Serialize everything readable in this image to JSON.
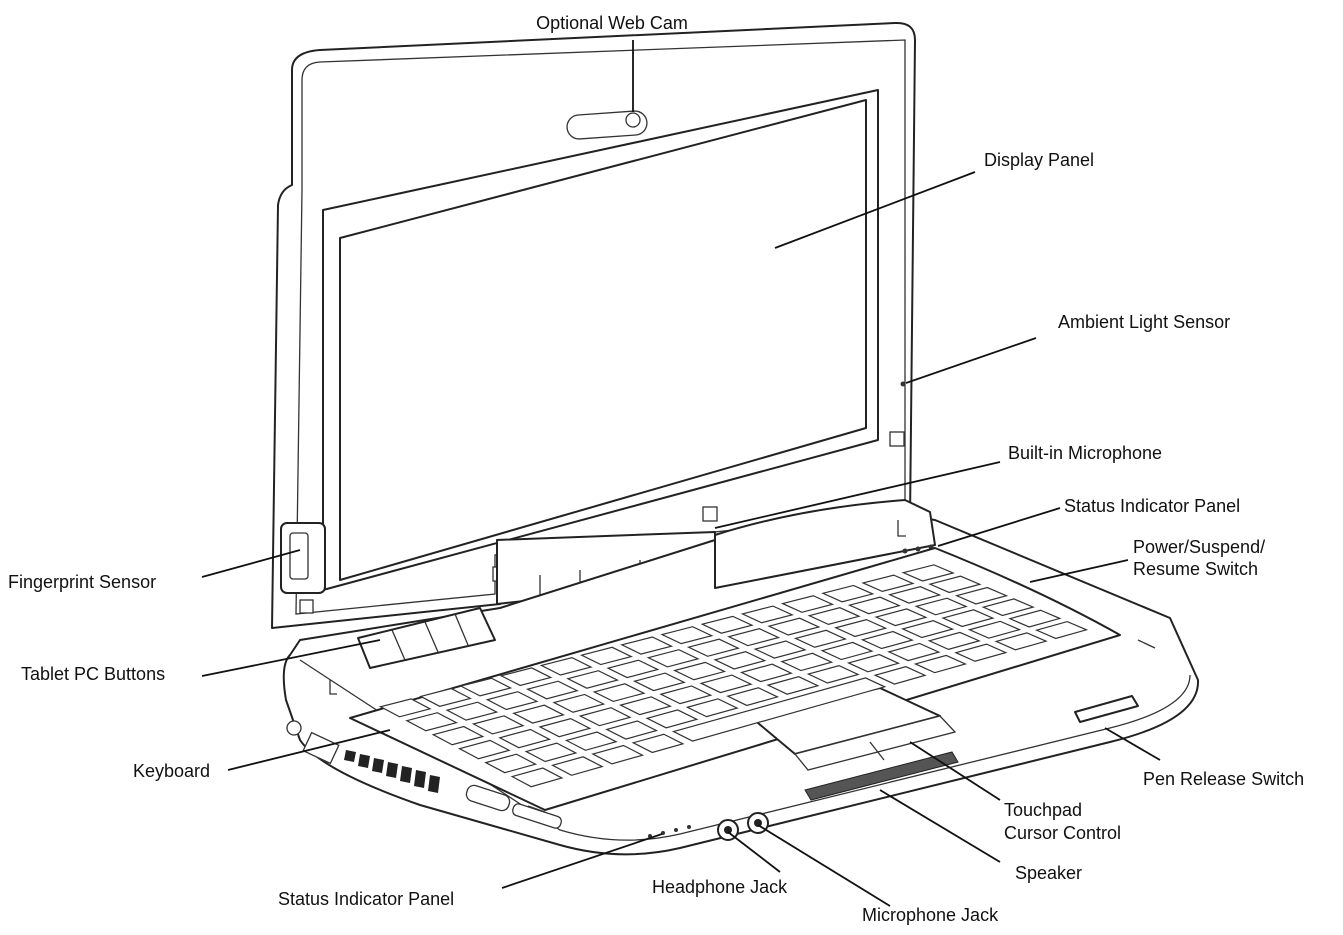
{
  "callouts": {
    "webcam": "Optional Web Cam",
    "display_panel": "Display Panel",
    "ambient_light_sensor": "Ambient Light Sensor",
    "builtin_microphone": "Built-in Microphone",
    "status_indicator_panel_top": "Status Indicator Panel",
    "power_switch_line1": "Power/Suspend/",
    "power_switch_line2": "Resume Switch",
    "fingerprint_sensor": "Fingerprint Sensor",
    "tablet_pc_buttons": "Tablet PC Buttons",
    "keyboard": "Keyboard",
    "pen_release_switch": "Pen Release Switch",
    "touchpad_line1": "Touchpad",
    "touchpad_line2": "Cursor Control",
    "speaker": "Speaker",
    "status_indicator_panel_front": "Status Indicator Panel",
    "headphone_jack": "Headphone Jack",
    "microphone_jack": "Microphone Jack"
  }
}
